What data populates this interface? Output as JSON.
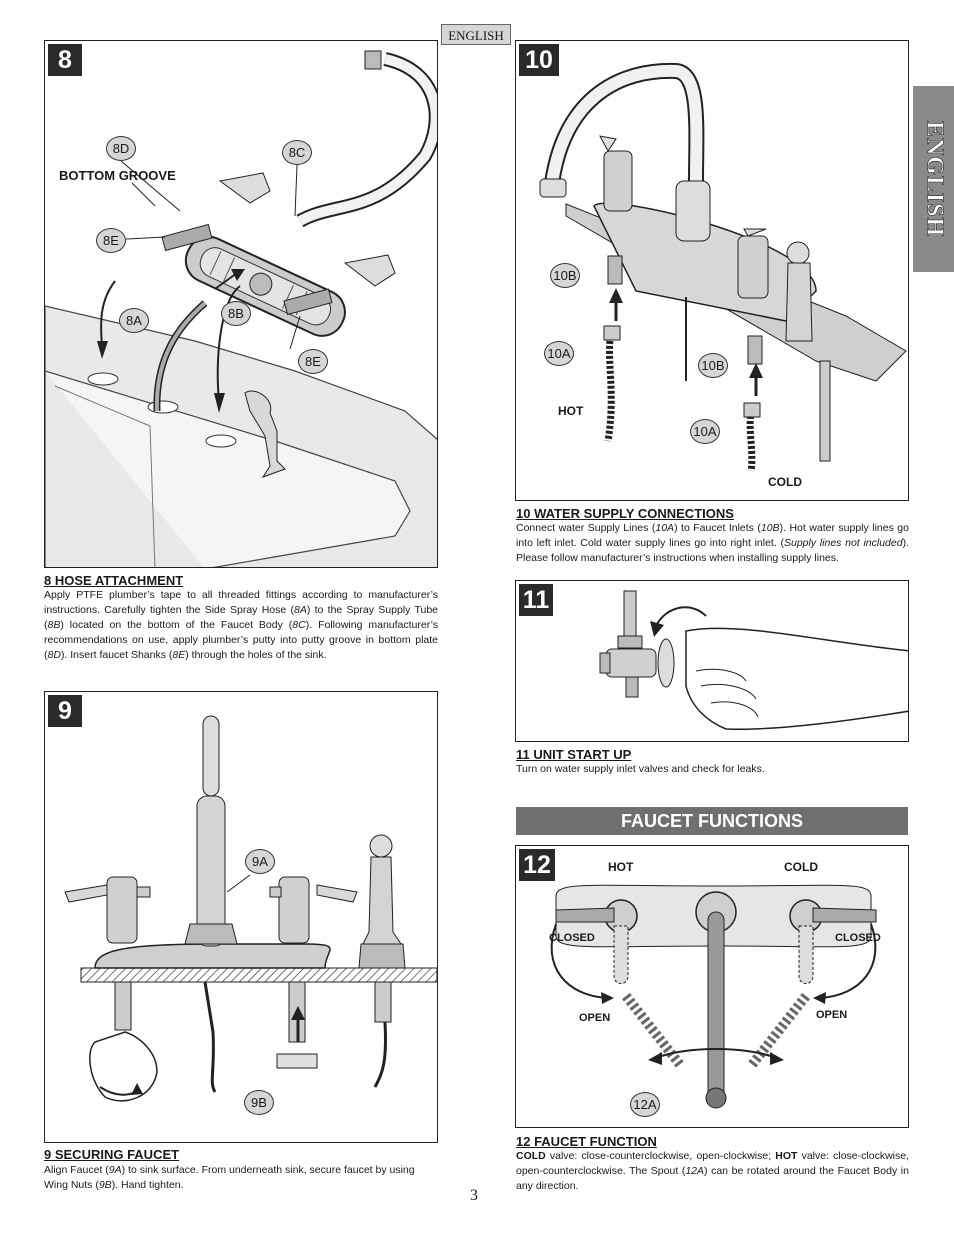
{
  "header": {
    "language_tab": "ENGLISH",
    "side_tab": "ENGLISH"
  },
  "step8": {
    "number": "8",
    "callouts": {
      "d": "8D",
      "c": "8C",
      "e1": "8E",
      "a": "8A",
      "b": "8B",
      "e2": "8E"
    },
    "label_bottom_groove": "BOTTOM GROOVE",
    "title": "8  HOSE ATTACHMENT",
    "text": {
      "p1": "Apply PTFE plumber’s tape to all threaded fittings according to manufacturer’s instructions.  Carefully tighten the Side Spray Hose (",
      "r1": "8A",
      "p2": ") to the Spray Supply Tube (",
      "r2": "8B",
      "p3": ") located on the bottom of the Faucet Body (",
      "r3": "8C",
      "p4": ").   Following manufacturer’s recommendations on use, apply plumber’s putty into putty groove in bottom plate (",
      "r4": "8D",
      "p5": ").  Insert faucet Shanks (",
      "r5": "8E",
      "p6": ") through the holes of the sink."
    }
  },
  "step9": {
    "number": "9",
    "callouts": {
      "a": "9A",
      "b": "9B"
    },
    "title": "9  SECURING FAUCET",
    "text": {
      "p1": "Align Faucet (",
      "r1": "9A",
      "p2": ") to sink surface.  From underneath sink, secure faucet by using Wing Nuts (",
      "r2": "9B",
      "p3": ").  Hand tighten."
    }
  },
  "step10": {
    "number": "10",
    "callouts": {
      "b1": "10B",
      "a1": "10A",
      "b2": "10B",
      "a2": "10A"
    },
    "label_hot": "HOT",
    "label_cold": "COLD",
    "title": "10  WATER SUPPLY CONNECTIONS",
    "text": {
      "p1": "Connect water Supply Lines (",
      "r1": "10A",
      "p2": ") to Faucet Inlets (",
      "r2": "10B",
      "p3": ").  Hot water supply lines go into left inlet.  Cold water supply lines go into right inlet.  (",
      "r3": "Supply lines  not included",
      "p4": ").  Please follow manufacturer’s instructions when installing supply lines."
    }
  },
  "step11": {
    "number": "11",
    "title": "11  UNIT START UP",
    "text": "Turn on water supply inlet valves and check for leaks."
  },
  "functions_banner": "FAUCET FUNCTIONS",
  "step12": {
    "number": "12",
    "label_hot": "HOT",
    "label_cold": "COLD",
    "label_closed_left": "CLOSED",
    "label_closed_right": "CLOSED",
    "label_open_left": "OPEN",
    "label_open_right": "OPEN",
    "callouts": {
      "a": "12A"
    },
    "title": "12   FAUCET FUNCTION",
    "text": {
      "b1": "COLD",
      "p1": " valve: close-counterclockwise, open-clockwise; ",
      "b2": "HOT",
      "p2": " valve: close-clockwise, open-counterclockwise.  The Spout (",
      "r1": "12A",
      "p3": ") can be rotated around the Faucet Body in any direction."
    }
  },
  "page_number": "3"
}
